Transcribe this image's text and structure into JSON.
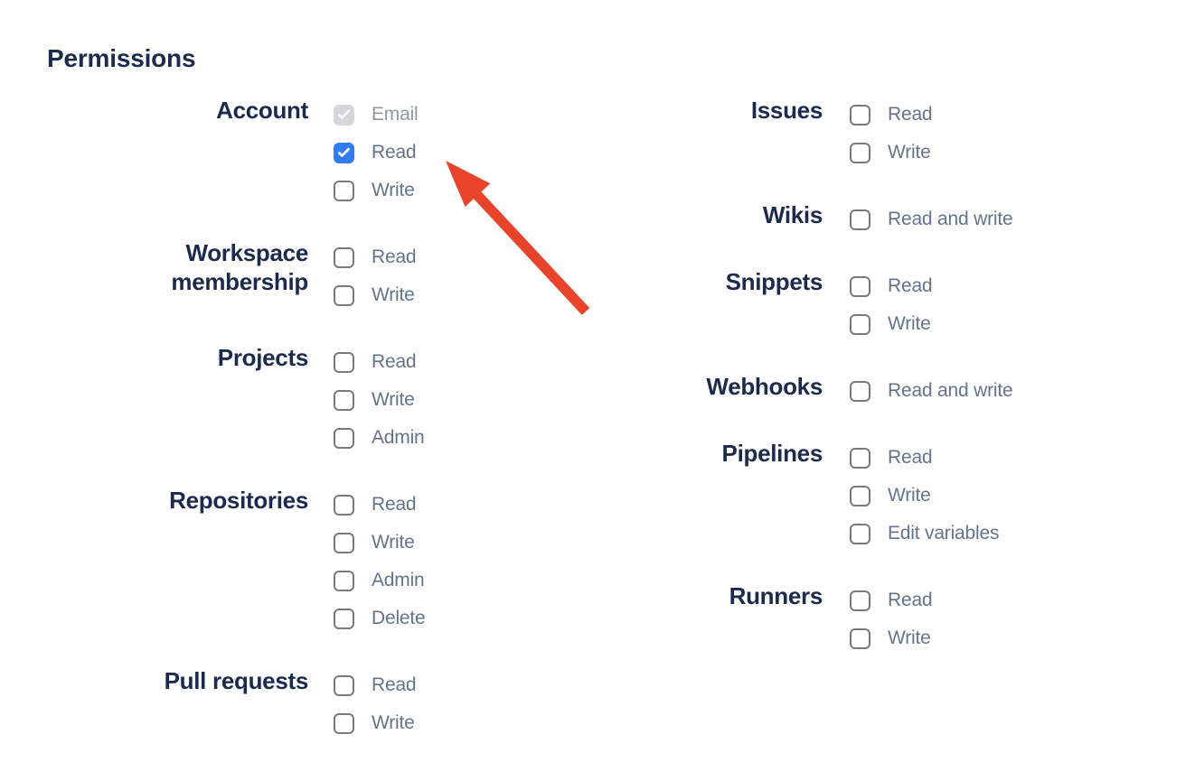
{
  "title": "Permissions",
  "colors": {
    "heading": "#1c2b4d",
    "option_label": "#65748d",
    "disabled_option_label": "#8f97a4",
    "checkbox_checked_blue": "#2f7cf3",
    "checkbox_disabled_grey": "#d5d7da",
    "checkbox_border": "#7a7a7a",
    "arrow_red": "#e8432b"
  },
  "columns": [
    {
      "groups": [
        {
          "label": "Account",
          "options": [
            {
              "label": "Email",
              "state": "checked-disabled"
            },
            {
              "label": "Read",
              "state": "checked"
            },
            {
              "label": "Write",
              "state": "unchecked"
            }
          ]
        },
        {
          "label": "Workspace membership",
          "options": [
            {
              "label": "Read",
              "state": "unchecked"
            },
            {
              "label": "Write",
              "state": "unchecked"
            }
          ]
        },
        {
          "label": "Projects",
          "options": [
            {
              "label": "Read",
              "state": "unchecked"
            },
            {
              "label": "Write",
              "state": "unchecked"
            },
            {
              "label": "Admin",
              "state": "unchecked"
            }
          ]
        },
        {
          "label": "Repositories",
          "options": [
            {
              "label": "Read",
              "state": "unchecked"
            },
            {
              "label": "Write",
              "state": "unchecked"
            },
            {
              "label": "Admin",
              "state": "unchecked"
            },
            {
              "label": "Delete",
              "state": "unchecked"
            }
          ]
        },
        {
          "label": "Pull requests",
          "options": [
            {
              "label": "Read",
              "state": "unchecked"
            },
            {
              "label": "Write",
              "state": "unchecked"
            }
          ]
        }
      ]
    },
    {
      "groups": [
        {
          "label": "Issues",
          "options": [
            {
              "label": "Read",
              "state": "unchecked"
            },
            {
              "label": "Write",
              "state": "unchecked"
            }
          ]
        },
        {
          "label": "Wikis",
          "options": [
            {
              "label": "Read and write",
              "state": "unchecked"
            }
          ]
        },
        {
          "label": "Snippets",
          "options": [
            {
              "label": "Read",
              "state": "unchecked"
            },
            {
              "label": "Write",
              "state": "unchecked"
            }
          ]
        },
        {
          "label": "Webhooks",
          "options": [
            {
              "label": "Read and write",
              "state": "unchecked"
            }
          ]
        },
        {
          "label": "Pipelines",
          "options": [
            {
              "label": "Read",
              "state": "unchecked"
            },
            {
              "label": "Write",
              "state": "unchecked"
            },
            {
              "label": "Edit variables",
              "state": "unchecked"
            }
          ]
        },
        {
          "label": "Runners",
          "options": [
            {
              "label": "Read",
              "state": "unchecked"
            },
            {
              "label": "Write",
              "state": "unchecked"
            }
          ]
        }
      ]
    }
  ],
  "annotation": {
    "arrow_color": "#e8432b",
    "arrow_target": "Account Read checkbox"
  }
}
